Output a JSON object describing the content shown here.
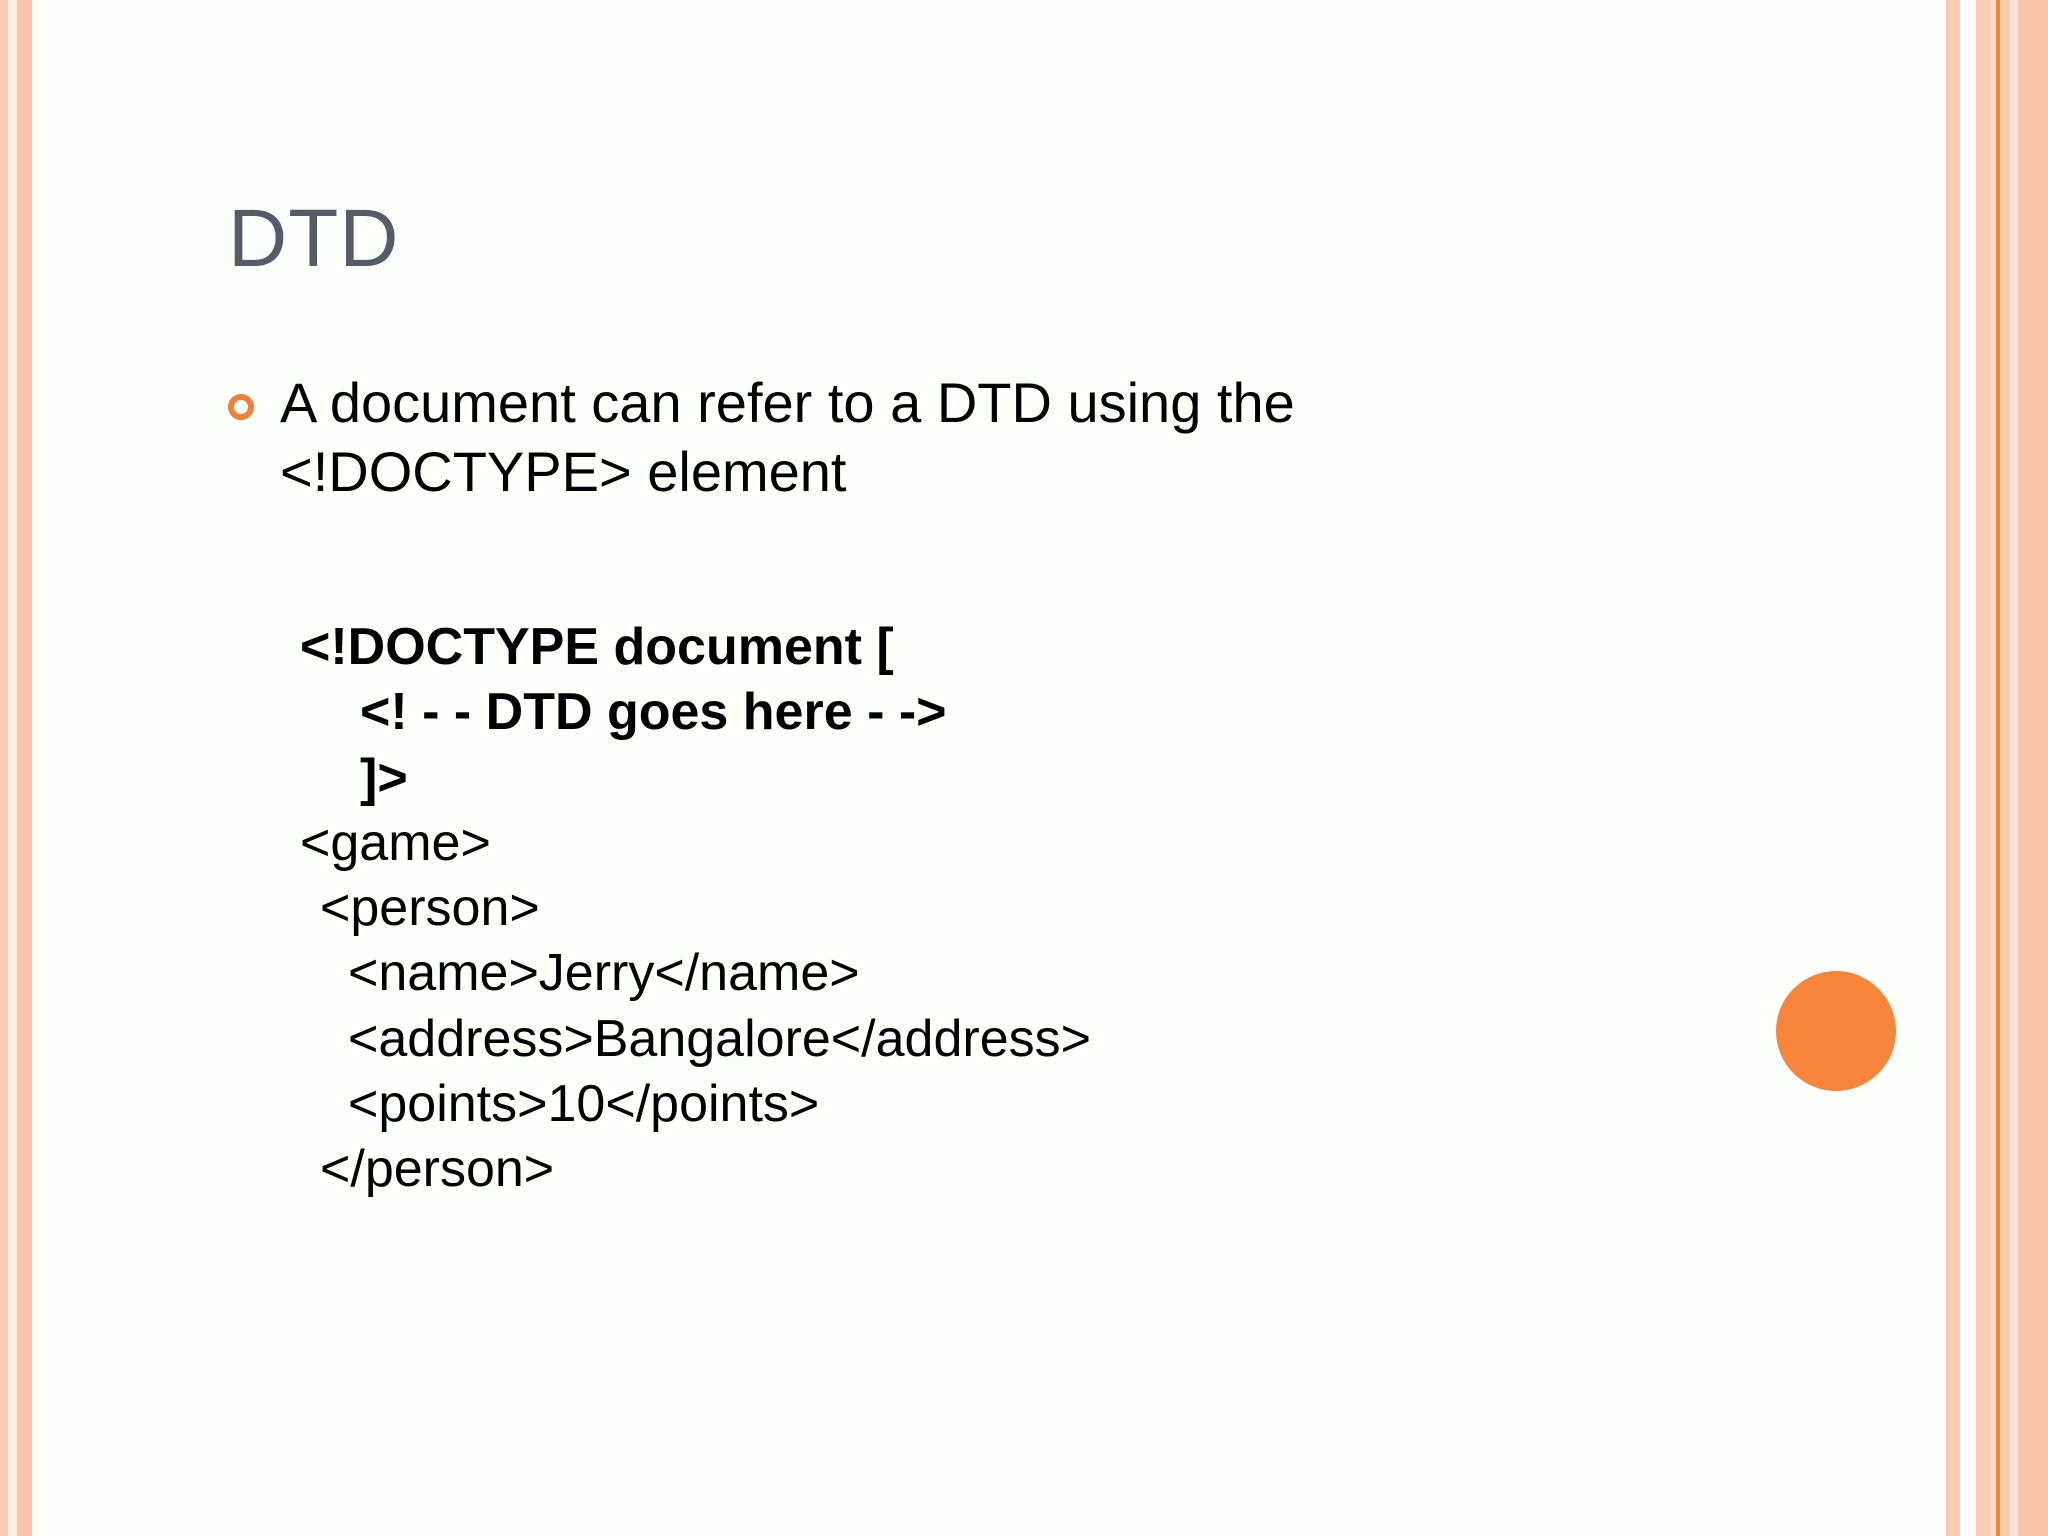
{
  "slide": {
    "title": "DTD",
    "bullet": {
      "marker": "ring-bullet",
      "text": "A document can refer to a DTD using the <!DOCTYPE> element"
    },
    "code_lines": [
      {
        "text": "<!DOCTYPE document [",
        "bold": true,
        "indent": 0
      },
      {
        "text": "<! - - DTD goes here - ->",
        "bold": true,
        "indent": 60
      },
      {
        "text": "]>",
        "bold": true,
        "indent": 60
      },
      {
        "text": "<game>",
        "bold": false,
        "indent": 0
      },
      {
        "text": "<person>",
        "bold": false,
        "indent": 20
      },
      {
        "text": "<name>Jerry</name>",
        "bold": false,
        "indent": 48
      },
      {
        "text": "<address>Bangalore</address>",
        "bold": false,
        "indent": 48
      },
      {
        "text": "<points>10</points>",
        "bold": false,
        "indent": 48
      },
      {
        "text": "</person>",
        "bold": false,
        "indent": 20
      }
    ]
  },
  "theme": {
    "title_color": "#565b6a",
    "bullet_color": "#f0803a",
    "accent_circle_color": "#f8853c",
    "border_peach": "#f9c4a8",
    "border_orange_line": "#f08a39",
    "background": "#fdfffb",
    "body_text_color": "#000000"
  }
}
